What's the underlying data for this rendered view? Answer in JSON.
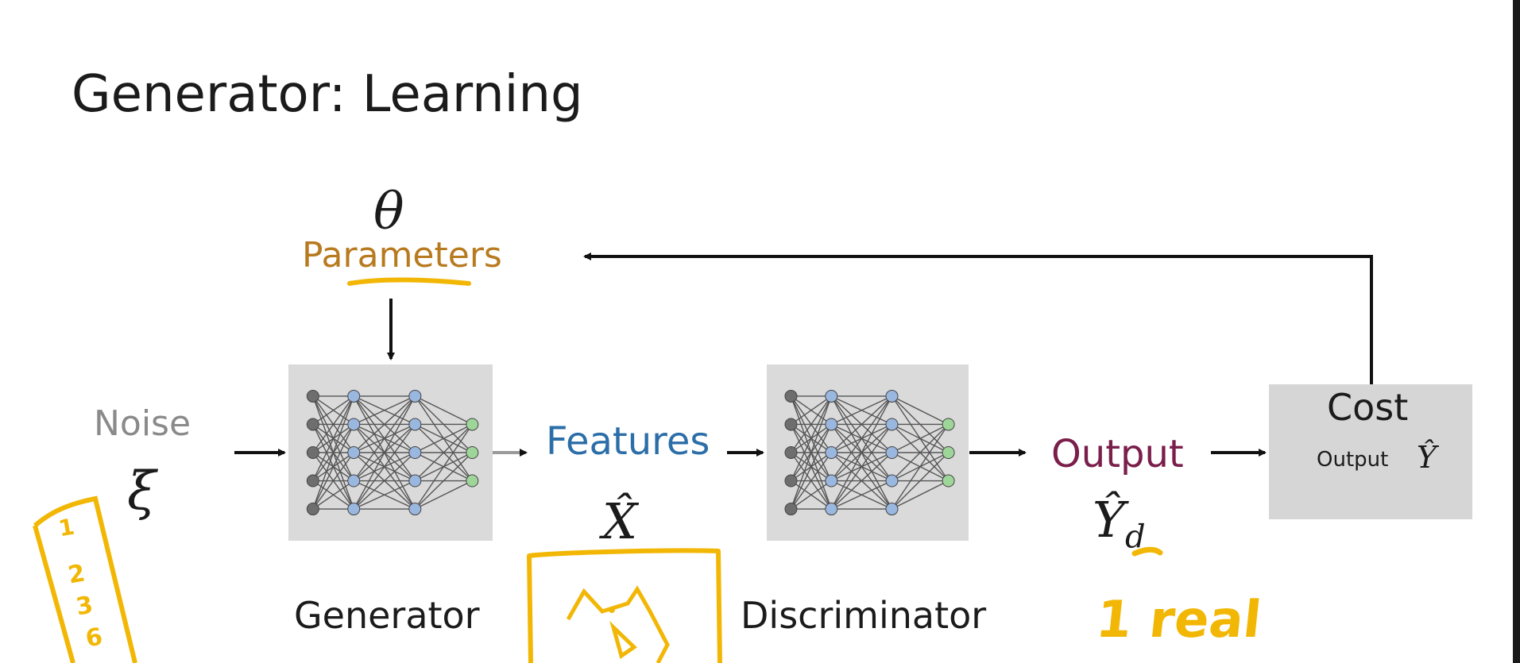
{
  "slide": {
    "title": "Generator: Learning"
  },
  "diagram": {
    "parameters": {
      "symbol": "θ",
      "label": "Parameters",
      "color": "#b87a1f"
    },
    "noise": {
      "label": "Noise",
      "symbol": "ξ",
      "color": "#8a8a8a"
    },
    "generator": {
      "label": "Generator"
    },
    "features": {
      "label": "Features",
      "symbol": "X̂",
      "color": "#2c6ea8"
    },
    "discriminator": {
      "label": "Discriminator"
    },
    "output": {
      "label": "Output",
      "symbol": "Ŷ",
      "subscript": "d",
      "color": "#7a1e4a"
    },
    "cost": {
      "label": "Cost",
      "sublabel": "Output",
      "symbol": "Ŷ",
      "box_color": "#d6d6d6"
    }
  },
  "annotations": {
    "ink_color": "#f2b705",
    "handwritten_note": "1 real",
    "list_digits": [
      "1",
      "2",
      "3",
      "6"
    ]
  }
}
